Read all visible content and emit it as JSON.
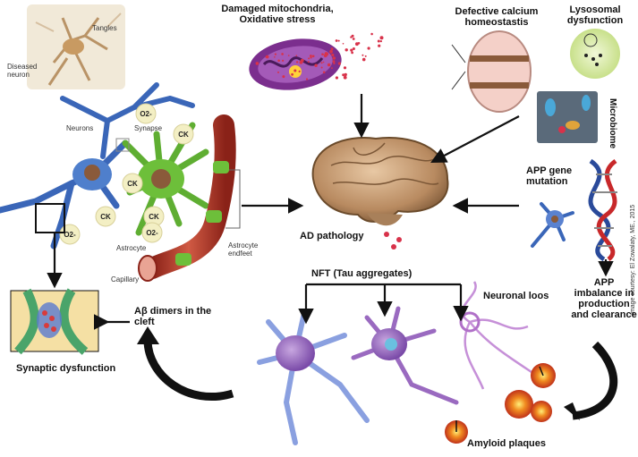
{
  "labels": {
    "damaged_mito_line1": "Damaged mitochondria,",
    "damaged_mito_line2": "Oxidative stress",
    "calcium_line1": "Defective calcium",
    "calcium_line2": "homeostastis",
    "lysosomal_line1": "Lysosomal",
    "lysosomal_line2": "dysfunction",
    "microbiome": "Microbiome",
    "app_gene_line1": "APP gene",
    "app_gene_line2": "mutation",
    "ad_pathology": "AD pathology",
    "nft": "NFT (Tau aggregates)",
    "neuronal_loss": "Neuronal loos",
    "app_imbalance_line1": "APP",
    "app_imbalance_line2": "imbalance in",
    "app_imbalance_line3": "production",
    "app_imbalance_line4": "and clearance",
    "amyloid_plaques": "Amyloid plaques",
    "abeta_line1": "Aβ dimers in the",
    "abeta_line2": "cleft",
    "synaptic_dysfunction": "Synaptic dysfunction",
    "credit": "Image courtesy: El Zowalaty, ME., 2015"
  },
  "small_labels": {
    "tangles": "Tangles",
    "diseased_neuron_line1": "Diseased",
    "diseased_neuron_line2": "neuron",
    "neurons": "Neurons",
    "synapse": "Synapse",
    "astrocyte": "Astrocyte",
    "capillary": "Capillary",
    "astrocyte_endfeet_line1": "Astrocyte",
    "astrocyte_endfeet_line2": "endfeet"
  },
  "bubbles": [
    {
      "text": "O2-"
    },
    {
      "text": "CK"
    },
    {
      "text": "CK"
    },
    {
      "text": "CK"
    },
    {
      "text": "CK"
    },
    {
      "text": "O2-"
    },
    {
      "text": "O2-"
    }
  ],
  "colors": {
    "arrow": "#111111",
    "neuron_blue": "#3a66b8",
    "astrocyte_green": "#5fae32",
    "capillary_red": "#b43a2a",
    "brain": "#c9a07a",
    "plaque": "#e0601a",
    "mito": "#7b2e8e",
    "dna_red": "#c8282a",
    "dna_blue": "#2a4a9a",
    "lysosome": "#d8eaa6"
  }
}
